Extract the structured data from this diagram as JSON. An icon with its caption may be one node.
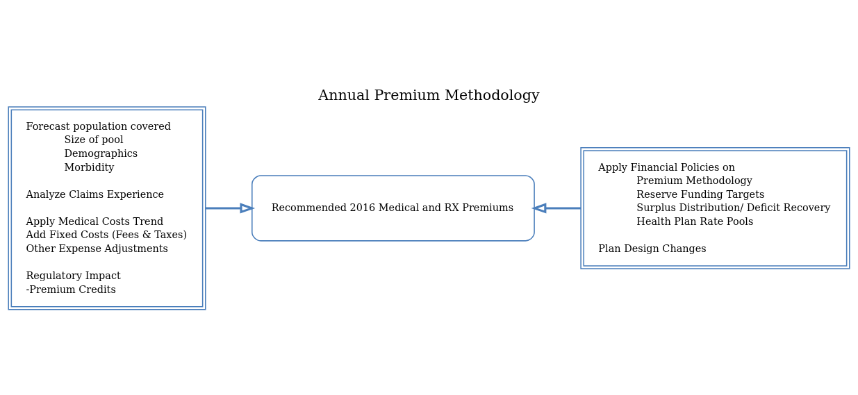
{
  "diagram": {
    "title": "Annual Premium Methodology",
    "nodes": [
      {
        "text": [
          "Forecast population covered",
          "Size of pool",
          "Demographics",
          "Morbidity",
          "Analyze Claims Experience",
          "Apply Medical Costs Trend",
          "Add Fixed Costs (Fees & Taxes)",
          "Other Expense Adjustments",
          "Regulatory Impact",
          "-Premium Credits"
        ]
      },
      {
        "text": [
          "Recommended 2016 Medical and RX Premiums"
        ]
      },
      {
        "text": [
          "Apply Financial Policies on",
          "Premium Methodology",
          "Reserve Funding Targets",
          "Surplus Distribution/ Deficit Recovery",
          "Health Plan Rate Pools",
          "Plan Design Changes"
        ]
      }
    ],
    "edges": [
      {
        "from": 0,
        "to": 1,
        "arrow": "to"
      },
      {
        "from": 2,
        "to": 1,
        "arrow": "to"
      }
    ]
  }
}
